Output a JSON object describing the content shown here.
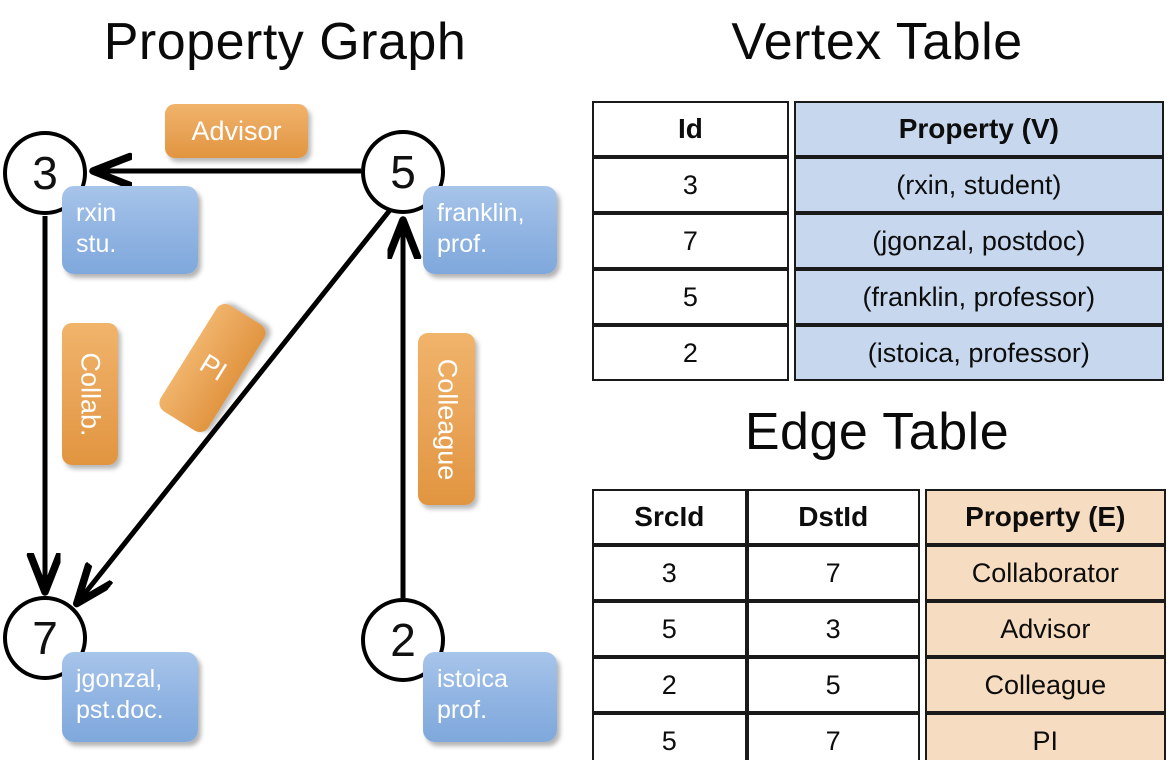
{
  "titles": {
    "property_graph": "Property Graph",
    "vertex_table": "Vertex Table",
    "edge_table": "Edge Table"
  },
  "graph": {
    "vertices": [
      {
        "id": "3",
        "property_box": "rxin\nstu."
      },
      {
        "id": "5",
        "property_box": "franklin,\nprof."
      },
      {
        "id": "7",
        "property_box": "jgonzal,\npst.doc."
      },
      {
        "id": "2",
        "property_box": "istoica\nprof."
      }
    ],
    "edge_labels": [
      {
        "name": "advisor",
        "text": "Advisor"
      },
      {
        "name": "collaborator",
        "text": "Collab."
      },
      {
        "name": "pi",
        "text": "PI"
      },
      {
        "name": "colleague",
        "text": "Colleague"
      }
    ],
    "edges": [
      {
        "from": "5",
        "to": "3",
        "label": "Advisor"
      },
      {
        "from": "3",
        "to": "7",
        "label": "Collab."
      },
      {
        "from": "5",
        "to": "7",
        "label": "PI"
      },
      {
        "from": "2",
        "to": "5",
        "label": "Colleague"
      }
    ]
  },
  "colors": {
    "vertex_property_blue": "#93b6e3",
    "edge_label_orange": "#e9a458",
    "vertex_table_accent": "#c7d7ee",
    "edge_table_accent": "#f6dcc0",
    "stroke": "#000000"
  },
  "vertex_table": {
    "headers": [
      "Id",
      "Property (V)"
    ],
    "rows": [
      {
        "id": "3",
        "property": "(rxin, student)"
      },
      {
        "id": "7",
        "property": "(jgonzal, postdoc)"
      },
      {
        "id": "5",
        "property": "(franklin, professor)"
      },
      {
        "id": "2",
        "property": "(istoica, professor)"
      }
    ]
  },
  "edge_table": {
    "headers": [
      "SrcId",
      "DstId",
      "Property (E)"
    ],
    "rows": [
      {
        "src": "3",
        "dst": "7",
        "property": "Collaborator"
      },
      {
        "src": "5",
        "dst": "3",
        "property": "Advisor"
      },
      {
        "src": "2",
        "dst": "5",
        "property": "Colleague"
      },
      {
        "src": "5",
        "dst": "7",
        "property": "PI"
      }
    ]
  }
}
